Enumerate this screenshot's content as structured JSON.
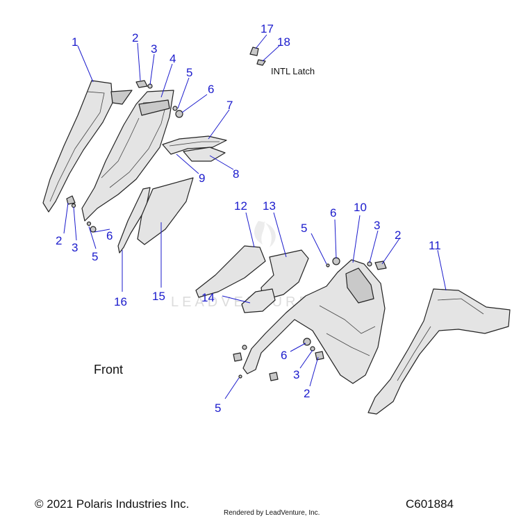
{
  "callouts": {
    "c1": "1",
    "c2a": "2",
    "c3a": "3",
    "c4": "4",
    "c5a": "5",
    "c6a": "6",
    "c7": "7",
    "c8": "8",
    "c9": "9",
    "c17": "17",
    "c18": "18",
    "c2b": "2",
    "c3b": "3",
    "c5b": "5",
    "c6b": "6",
    "c12": "12",
    "c13": "13",
    "c6c": "6",
    "c10": "10",
    "c5c": "5",
    "c3c": "3",
    "c2c": "2",
    "c11": "11",
    "c16": "16",
    "c15": "15",
    "c14": "14",
    "c6d": "6",
    "c3d": "3",
    "c2d": "2",
    "c5d": "5"
  },
  "labels": {
    "intl_latch": "INTL Latch",
    "front": "Front",
    "watermark": "LEADVENTURE"
  },
  "footer": {
    "copyright": "© 2021 Polaris Industries Inc.",
    "rendered_by": "Rendered by LeadVenture, Inc.",
    "part_code": "C601884"
  },
  "colors": {
    "callout": "#1a1acc",
    "part_fill": "#e4e4e4"
  }
}
